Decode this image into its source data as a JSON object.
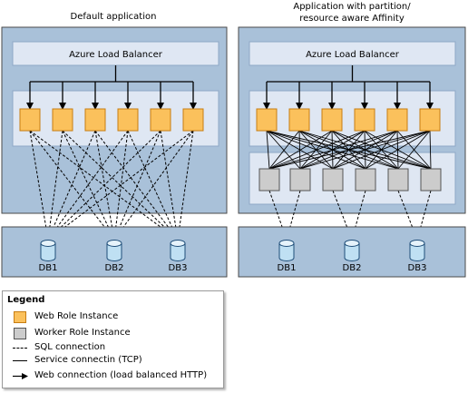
{
  "titles": {
    "left": "Default application",
    "right_line1": "Application with partition/",
    "right_line2": "resource aware Affinity"
  },
  "left_panel": {
    "load_balancer": "Azure Load Balancer",
    "databases": [
      "DB1",
      "DB2",
      "DB3"
    ]
  },
  "right_panel": {
    "load_balancer": "Azure Load Balancer",
    "databases": [
      "DB1",
      "DB2",
      "DB3"
    ]
  },
  "legend": {
    "title": "Legend",
    "items": [
      {
        "symbol": "web-role-box",
        "label": "Web Role Instance"
      },
      {
        "symbol": "worker-role-box",
        "label": "Worker Role Instance"
      },
      {
        "symbol": "dashed-line",
        "label": "SQL connection"
      },
      {
        "symbol": "solid-line",
        "label": "Service connectin (TCP)"
      },
      {
        "symbol": "arrow-line",
        "label": "Web connection (load balanced HTTP)"
      }
    ]
  },
  "colors": {
    "panel_bg": "#a9c1d9",
    "inner_bg": "#dfe7f3",
    "web_role": "#fbc15c",
    "web_role_border": "#c77d12",
    "worker_role": "#cccccc",
    "db_fill": "#bfe0f3"
  }
}
